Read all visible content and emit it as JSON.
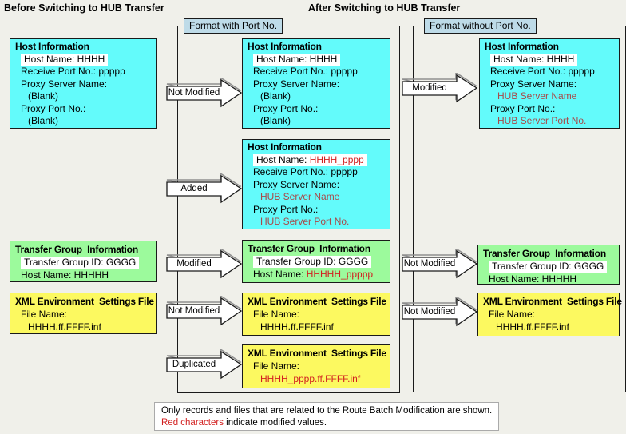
{
  "headings": {
    "before": "Before Switching to HUB Transfer",
    "after": "After Switching to HUB Transfer"
  },
  "frames": {
    "with_port": "Format with Port No.",
    "without_port": "Format without Port No."
  },
  "arrows": {
    "left": [
      "Not Modified",
      "Added",
      "Modified",
      "Not Modified",
      "Duplicated"
    ],
    "right": [
      "Modified",
      "Not Modified",
      "Not Modified"
    ]
  },
  "boxes": {
    "left_host": {
      "title": "Host Information",
      "host_name": "Host Name: HHHH",
      "receive_port": "Receive Port No.: ppppp",
      "proxy_server_label": "Proxy Server Name:",
      "proxy_server_value": "(Blank)",
      "proxy_port_label": "Proxy Port No.:",
      "proxy_port_value": "(Blank)"
    },
    "mid_host_kept": {
      "title": "Host Information",
      "host_name": "Host Name: HHHH",
      "receive_port": "Receive Port No.: ppppp",
      "proxy_server_label": "Proxy Server Name:",
      "proxy_server_value": "(Blank)",
      "proxy_port_label": "Proxy Port No.:",
      "proxy_port_value": "(Blank)"
    },
    "mid_host_added": {
      "title": "Host Information",
      "host_name_label": "Host Name: ",
      "host_name_value": "HHHH_pppp",
      "receive_port": "Receive Port No.: ppppp",
      "proxy_server_label": "Proxy Server Name:",
      "proxy_server_value": "HUB Server Name",
      "proxy_port_label": "Proxy Port No.:",
      "proxy_port_value": "HUB Server Port No."
    },
    "right_host": {
      "title": "Host Information",
      "host_name": "Host Name: HHHH",
      "receive_port": "Receive Port No.: ppppp",
      "proxy_server_label": "Proxy Server Name:",
      "proxy_server_value": "HUB Server Name",
      "proxy_port_label": "Proxy Port No.:",
      "proxy_port_value": "HUB Server Port No."
    },
    "left_group": {
      "title": "Transfer Group  Information",
      "group_id": "Transfer Group ID: GGGG",
      "host_name": "Host Name: HHHHH"
    },
    "mid_group": {
      "title": "Transfer Group  Information",
      "group_id": "Transfer Group ID: GGGG",
      "host_name_label": "Host Name: ",
      "host_name_value": "HHHHH_ppppp"
    },
    "right_group": {
      "title": "Transfer Group  Information",
      "group_id": "Transfer Group ID: GGGG",
      "host_name": "Host Name: HHHHH"
    },
    "left_xml": {
      "title": "XML Environment  Settings File",
      "file_name_label": "File Name:",
      "file_name_value": "HHHH.ff.FFFF.inf"
    },
    "mid_xml_kept": {
      "title": "XML Environment  Settings File",
      "file_name_label": "File Name:",
      "file_name_value": "HHHH.ff.FFFF.inf"
    },
    "mid_xml_dup": {
      "title": "XML Environment  Settings File",
      "file_name_label": "File Name:",
      "file_name_value": "HHHH_pppp.ff.FFFF.inf"
    },
    "right_xml": {
      "title": "XML Environment  Settings File",
      "file_name_label": "File Name:",
      "file_name_value": "HHHH.ff.FFFF.inf"
    }
  },
  "note": {
    "line1": "Only records and files that are related to the Route Batch Modification are shown.",
    "red_text": "Red characters",
    "line2_rest": " indicate modified values."
  },
  "colors": {
    "page_bg": "#f0f0ea",
    "host_box": "#63fbfb",
    "group_box": "#9cfa9c",
    "xml_box": "#fcf960",
    "format_label_bg": "#bedbe8",
    "modified_text": "#d21f1f",
    "highlight_bg": "#ffffff"
  }
}
